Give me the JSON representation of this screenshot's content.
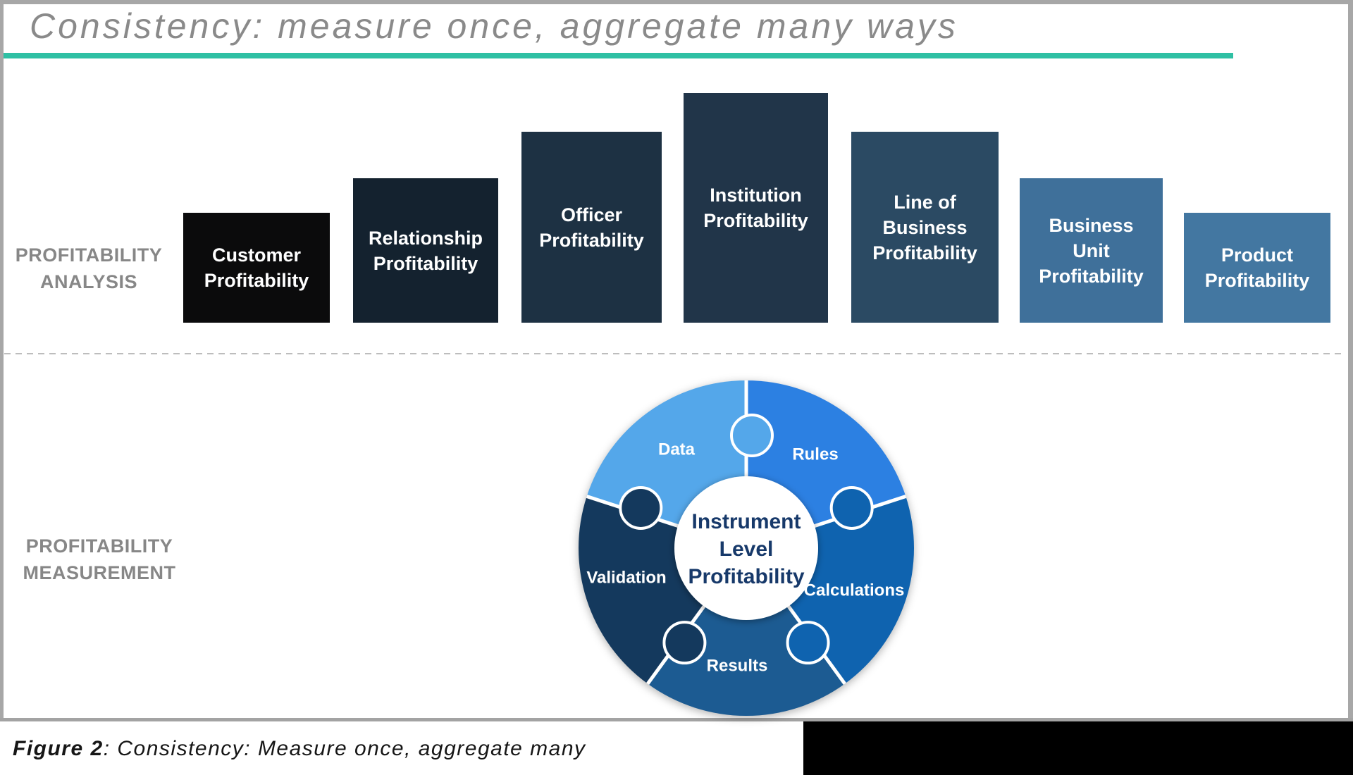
{
  "title": {
    "text": "Consistency: measure once, aggregate many ways",
    "underline_color": "#2fc0a4"
  },
  "sections": {
    "analysis": {
      "lines": [
        "PROFITABILITY",
        "ANALYSIS"
      ]
    },
    "measurement": {
      "lines": [
        "PROFITABILITY",
        "MEASUREMENT"
      ]
    }
  },
  "bars": [
    {
      "name": "customer-profitability",
      "label_lines": [
        "Customer",
        "Profitability"
      ],
      "color": "#0b0b0c"
    },
    {
      "name": "relationship-profitability",
      "label_lines": [
        "Relationship",
        "Profitability"
      ],
      "color": "#14222f"
    },
    {
      "name": "officer-profitability",
      "label_lines": [
        "Officer",
        "Profitability"
      ],
      "color": "#1d3143"
    },
    {
      "name": "institution-profitability",
      "label_lines": [
        "Institution",
        "Profitability"
      ],
      "color": "#213549"
    },
    {
      "name": "line-of-business-profitability",
      "label_lines": [
        "Line of",
        "Business",
        "Profitability"
      ],
      "color": "#2b4a63"
    },
    {
      "name": "business-unit-profitability",
      "label_lines": [
        "Business",
        "Unit",
        "Profitability"
      ],
      "color": "#3f709a"
    },
    {
      "name": "product-profitability",
      "label_lines": [
        "Product",
        "Profitability"
      ],
      "color": "#4377a1"
    }
  ],
  "wheel": {
    "center_lines": [
      "Instrument",
      "Level",
      "Profitability"
    ],
    "center_text_color": "#17396a",
    "segments": [
      {
        "label": "Data",
        "color": "#54a7ea"
      },
      {
        "label": "Rules",
        "color": "#2c80e2"
      },
      {
        "label": "Calculations",
        "color": "#0f63af"
      },
      {
        "label": "Results",
        "color": "#1c5b92"
      },
      {
        "label": "Validation",
        "color": "#14395d"
      }
    ]
  },
  "caption": {
    "prefix": "Figure 2",
    "rest": ": Consistency: Measure once, aggregate many"
  }
}
